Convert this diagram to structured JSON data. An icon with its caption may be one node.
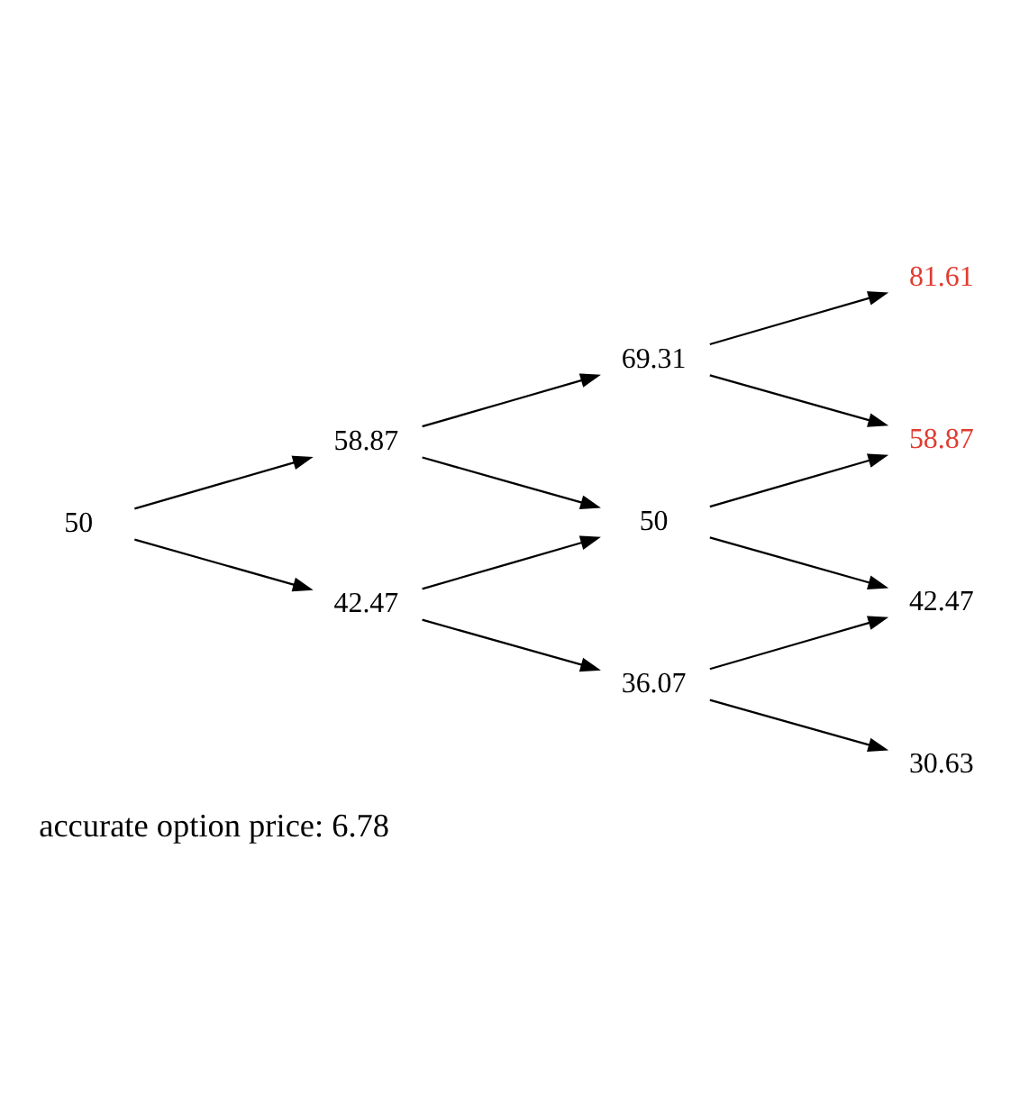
{
  "diagram": {
    "caption": "accurate option price: 6.78",
    "nodes": [
      {
        "text": [
          "50"
        ]
      },
      {
        "text": [
          "58.87"
        ]
      },
      {
        "text": [
          "42.47"
        ]
      },
      {
        "text": [
          "69.31"
        ]
      },
      {
        "text": [
          "50"
        ]
      },
      {
        "text": [
          "36.07"
        ]
      },
      {
        "text": [
          "81.61"
        ]
      },
      {
        "text": [
          "58.87"
        ]
      },
      {
        "text": [
          "42.47"
        ]
      },
      {
        "text": [
          "30.63"
        ]
      }
    ],
    "edges": [
      {
        "from": 0,
        "to": 1,
        "arrow": "to"
      },
      {
        "from": 0,
        "to": 2,
        "arrow": "to"
      },
      {
        "from": 1,
        "to": 3,
        "arrow": "to"
      },
      {
        "from": 1,
        "to": 4,
        "arrow": "to"
      },
      {
        "from": 2,
        "to": 4,
        "arrow": "to"
      },
      {
        "from": 2,
        "to": 5,
        "arrow": "to"
      },
      {
        "from": 3,
        "to": 6,
        "arrow": "to"
      },
      {
        "from": 3,
        "to": 7,
        "arrow": "to"
      },
      {
        "from": 4,
        "to": 7,
        "arrow": "to"
      },
      {
        "from": 4,
        "to": 8,
        "arrow": "to"
      },
      {
        "from": 5,
        "to": 8,
        "arrow": "to"
      },
      {
        "from": 5,
        "to": 9,
        "arrow": "to"
      }
    ]
  }
}
